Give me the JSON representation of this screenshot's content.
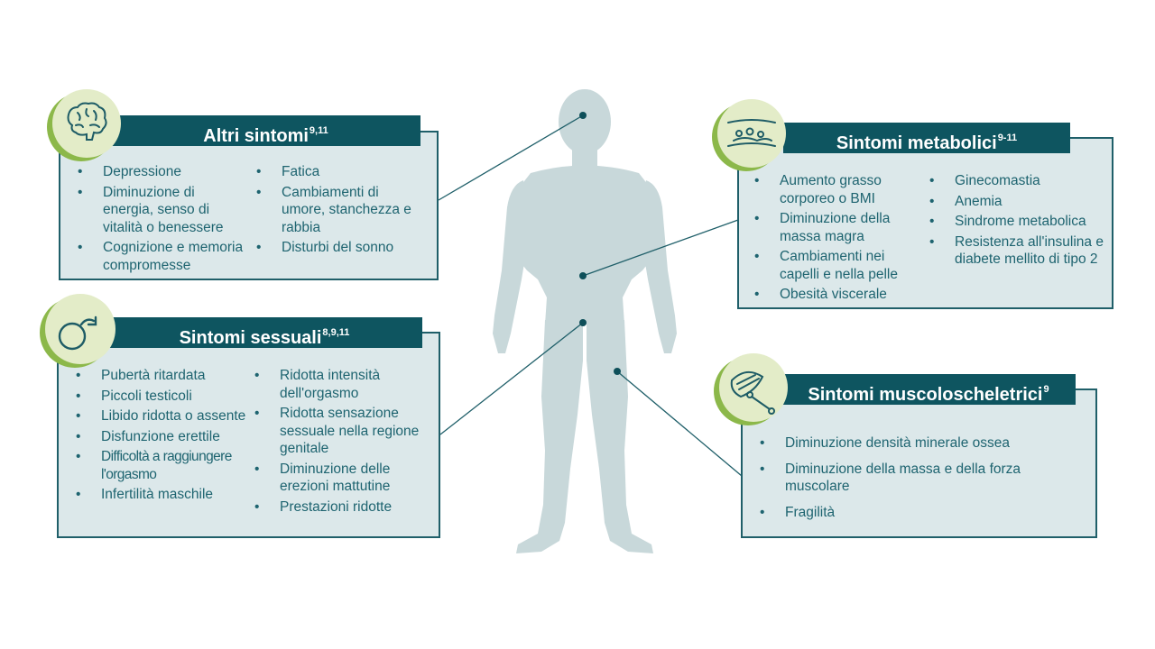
{
  "panels": {
    "altri": {
      "title": "Altri sintomi",
      "superscript": "9,11",
      "icon": "brain-icon",
      "left_items": [
        "Depressione",
        "Diminuzione di energia, senso di vitalità o benessere",
        "Cognizione e memoria compromesse"
      ],
      "right_items": [
        "Fatica",
        "Cambiamenti di umore, stanchezza e rabbia",
        "Disturbi del sonno"
      ]
    },
    "sessuali": {
      "title": "Sintomi sessuali",
      "superscript": "8,9,11",
      "icon": "male-symbol-icon",
      "left_items": [
        "Pubertà ritardata",
        "Piccoli testicoli",
        "Libido ridotta o assente",
        "Disfunzione erettile",
        "Difficoltà a raggiungere l'orgasmo",
        "Infertilità maschile"
      ],
      "right_items": [
        "Ridotta intensità dell'orgasmo",
        "Ridotta sensazione sessuale nella regione genitale",
        "Diminuzione delle erezioni mattutine",
        "Prestazioni ridotte"
      ]
    },
    "metabolici": {
      "title": "Sintomi metabolici",
      "superscript": "9-11",
      "icon": "blood-vessel-icon",
      "left_items": [
        "Aumento grasso corporeo o BMI",
        "Diminuzione della massa magra",
        "Cambiamenti nei capelli e nella pelle",
        "Obesità viscerale"
      ],
      "right_items": [
        "Ginecomastia",
        "Anemia",
        "Sindrome metabolica",
        "Resistenza all'insulina e diabete mellito di tipo 2"
      ]
    },
    "muscolo": {
      "title": "Sintomi muscoloscheletrici",
      "superscript": "9",
      "icon": "muscle-bone-icon",
      "items": [
        "Diminuzione densità minerale ossea",
        "Diminuzione della massa e della forza muscolare",
        "Fragilità"
      ]
    }
  },
  "colors": {
    "header": "#0e5560",
    "box_fill": "#dce8ea",
    "box_border": "#1f5f69",
    "badge_fill": "#e3ecc8",
    "badge_shadow": "#8cb84a",
    "silhouette": "#c8d8da",
    "text": "#1e6470"
  }
}
